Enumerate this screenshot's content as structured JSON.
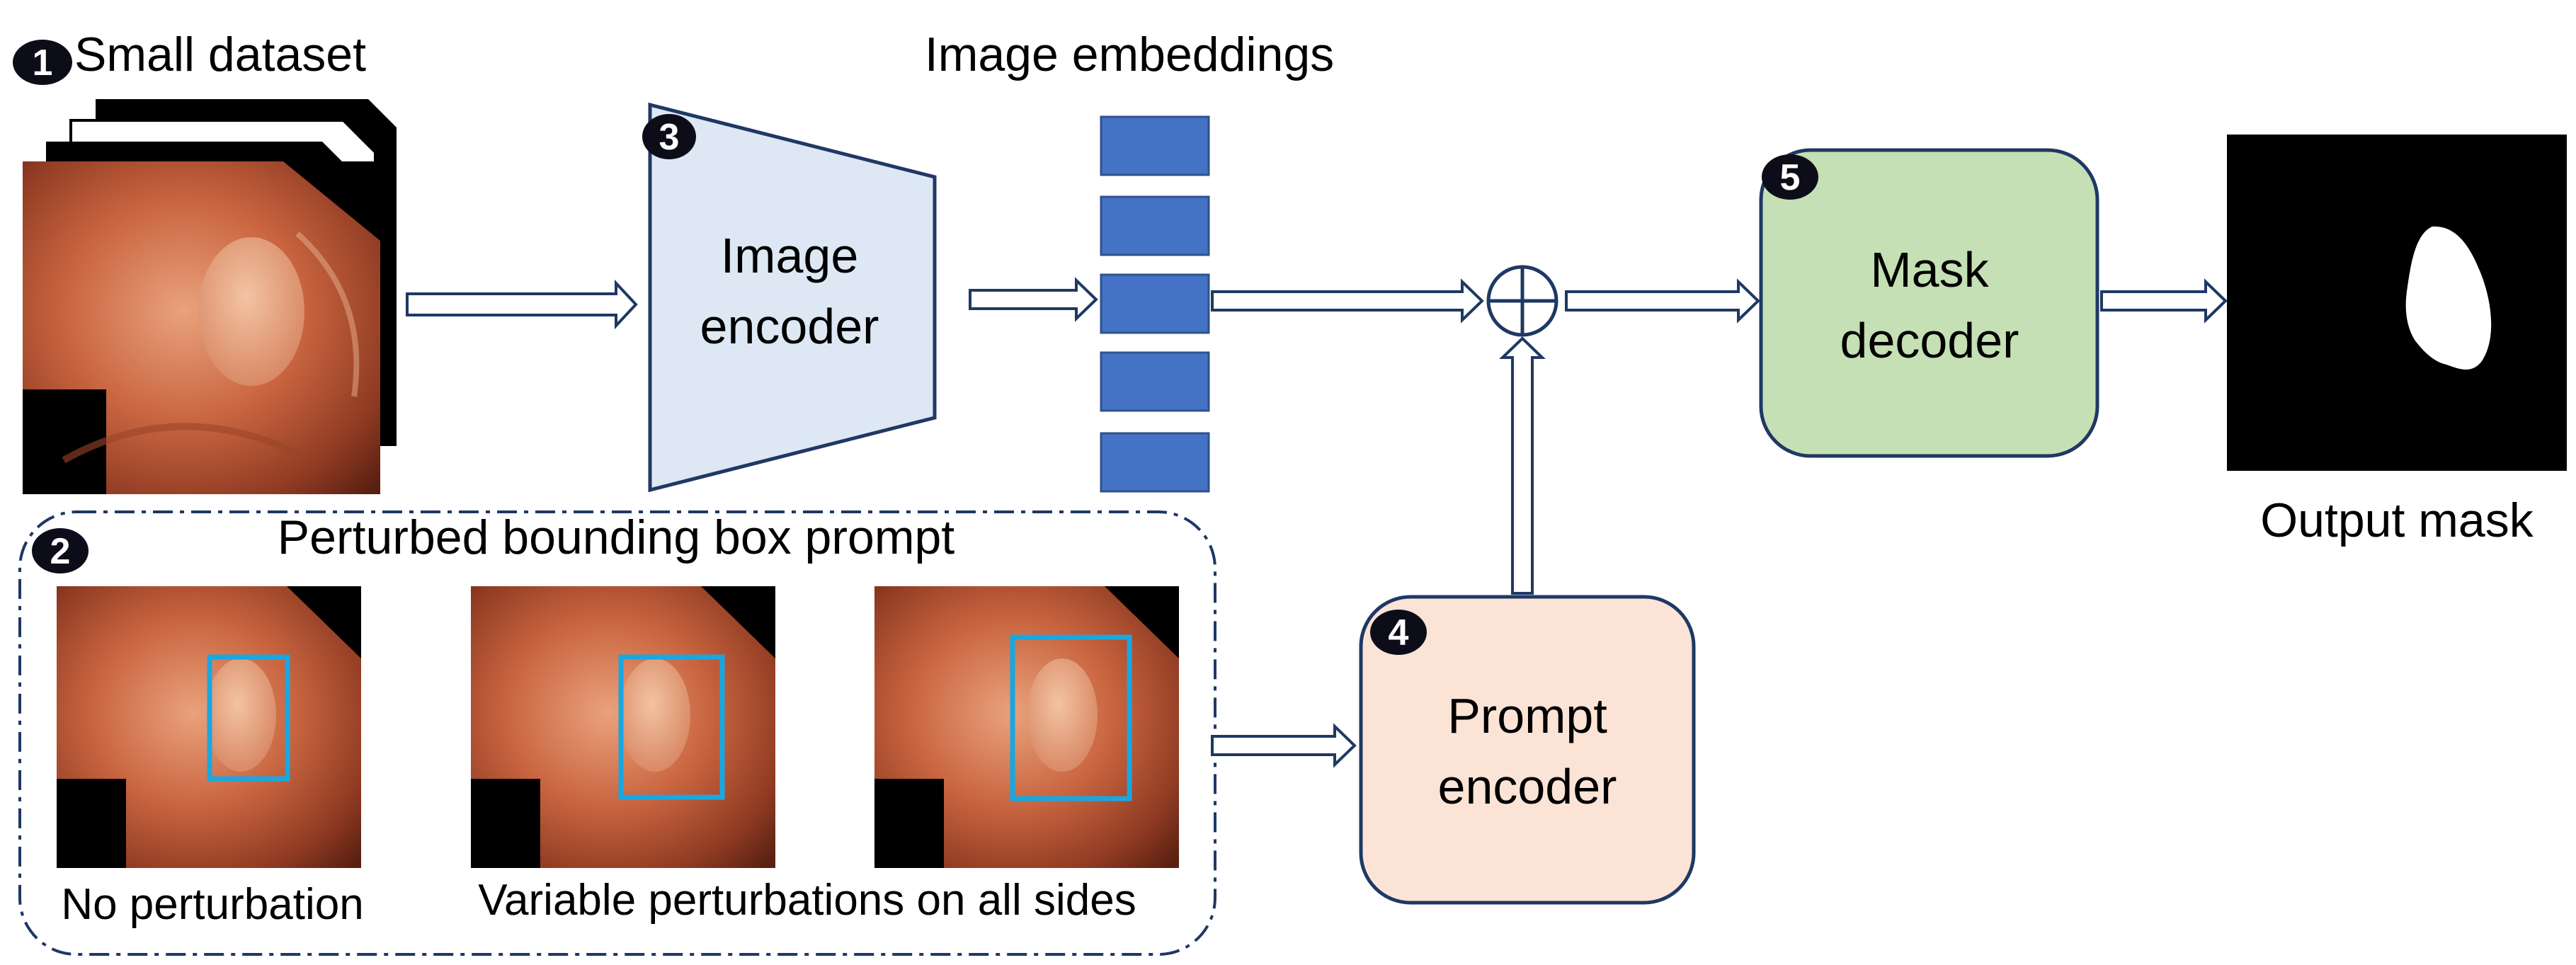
{
  "labels": {
    "small_dataset": "Small dataset",
    "image_embeddings": "Image embeddings",
    "perturbed_prompt": "Perturbed bounding box prompt",
    "no_perturbation": "No perturbation",
    "variable_perturbations": "Variable perturbations on all sides",
    "output_mask": "Output mask"
  },
  "blocks": {
    "image_encoder": [
      "Image",
      "encoder"
    ],
    "prompt_encoder": [
      "Prompt",
      "encoder"
    ],
    "mask_decoder": [
      "Mask",
      "decoder"
    ]
  },
  "steps": [
    "1",
    "2",
    "3",
    "4",
    "5"
  ],
  "colors": {
    "image_encoder_fill": "#dde8f4",
    "prompt_encoder_fill": "#fbe4d6",
    "mask_decoder_fill": "#c5e0b4",
    "block_stroke": "#1f3864",
    "embedding_fill": "#4472c4",
    "bbox_stroke": "#1aa7e0",
    "badge_fill": "#0d0d1a"
  }
}
